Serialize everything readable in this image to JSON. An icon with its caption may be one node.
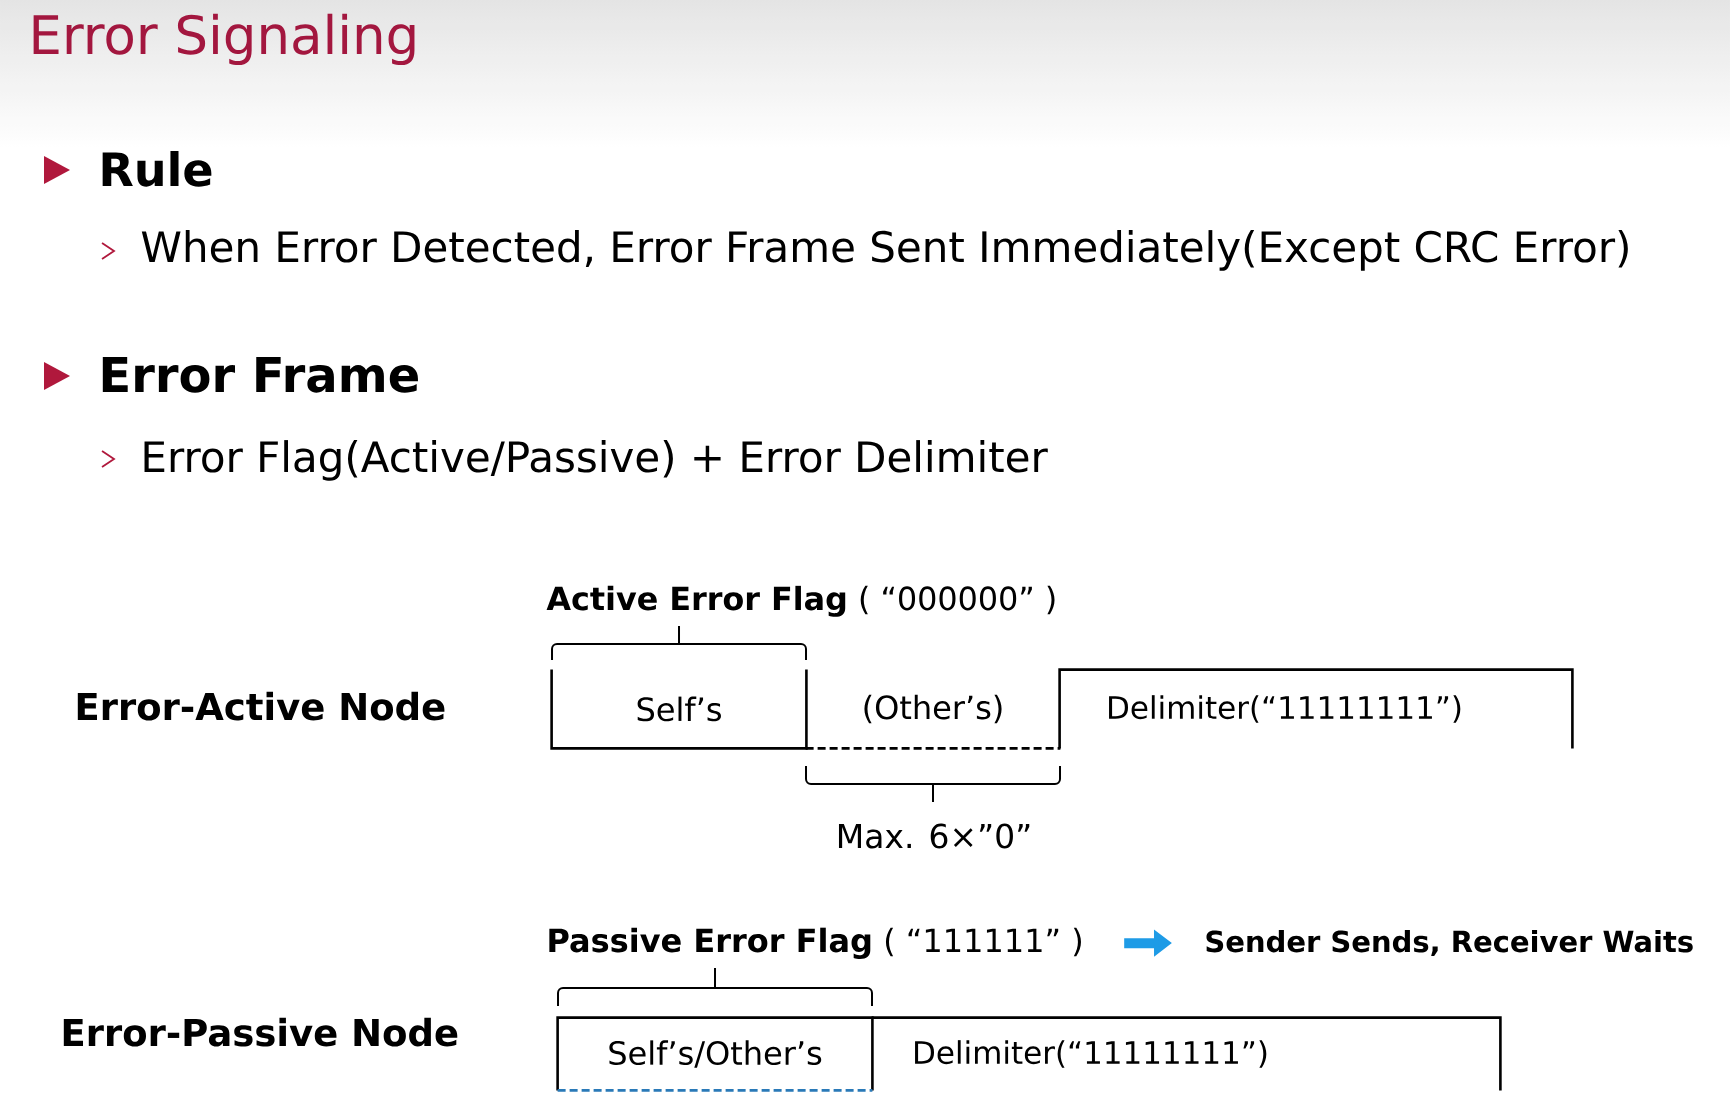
{
  "diagram": {
    "title": "Error Signaling",
    "nodes": [
      {
        "text": [
          "Self’s"
        ]
      },
      {
        "text": [
          "(Other’s)"
        ]
      },
      {
        "text": [
          "Delimiter(“11111111”)"
        ]
      },
      {
        "text": [
          "**Passive Error Flag** ( “111111” )"
        ]
      },
      {
        "text": [
          "Sender Sends, Receiver Waits"
        ]
      },
      {
        "text": [
          "Self’s/Other’s"
        ]
      },
      {
        "text": [
          "Delimiter(“11111111”)"
        ]
      }
    ],
    "edges": [
      {
        "from": 3,
        "to": 4,
        "arrow": "to",
        "color": "#1e9be6"
      }
    ],
    "labels": [
      "Rule",
      "When Error Detected, Error Frame Sent Immediately(Except CRC Error)",
      "Error Frame",
      "Error Flag(Active/Passive) + Error Delimiter",
      "**Active Error Flag** ( “000000” )",
      "Error-Active Node",
      "Max. 6×”0”",
      "Error-Passive Node"
    ]
  }
}
